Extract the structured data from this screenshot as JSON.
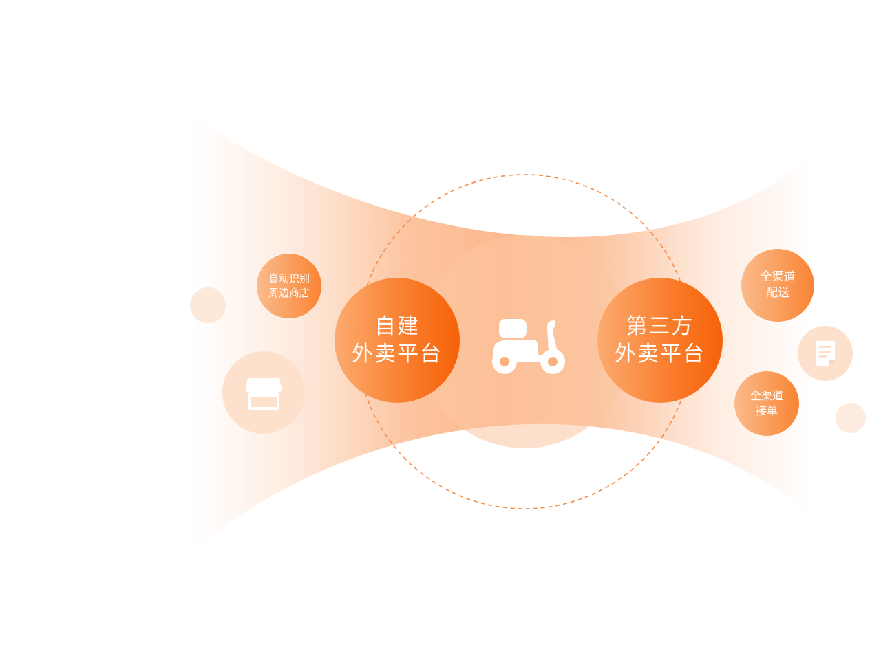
{
  "diagram": {
    "center_icon": "scooter-icon",
    "left_main": {
      "line1": "自建",
      "line2": "外卖平台"
    },
    "right_main": {
      "line1": "第三方",
      "line2": "外卖平台"
    },
    "left_small": {
      "line1": "自动识别",
      "line2": "周边商店"
    },
    "left_icon": "storefront-icon",
    "right_top": {
      "line1": "全渠道",
      "line2": "配送"
    },
    "right_bottom": {
      "line1": "全渠道",
      "line2": "接单"
    },
    "right_icon": "document-icon"
  },
  "colors": {
    "accent": "#f97c2b",
    "accent_dark": "#f66208",
    "accent_light": "#fde3d1",
    "white": "#ffffff"
  }
}
